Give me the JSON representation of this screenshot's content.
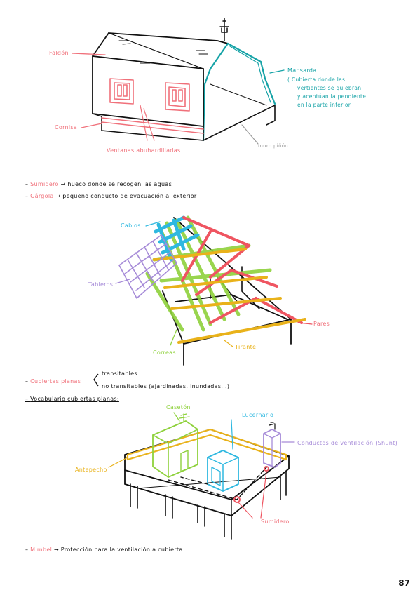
{
  "house": {
    "faldon": "Faldón",
    "cornisa": "Cornisa",
    "ventanas": "Ventanas abuhardilladas",
    "muro": "muro piñón",
    "mansarda_title": "Mansarda",
    "mansarda_desc": [
      "( Cubierta donde las",
      "vertientes se quiebran",
      "y acentúan la pendiente",
      "en la parte inferior"
    ]
  },
  "notes": {
    "sumidero_term": "Sumidero",
    "sumidero_def": "→ hueco donde se recogen las aguas",
    "gargola_term": "Gárgola",
    "gargola_def": "→ pequeño conducto de evacuación al exterior"
  },
  "roof": {
    "cabios": "Cabios",
    "tableros": "Tableros",
    "pares": "Pares",
    "correas": "Correas",
    "tirante": "Tirante"
  },
  "flat": {
    "term": "Cubiertas planas",
    "opt1": "transitables",
    "opt2": "no transitables (ajardinadas, inundadas...)",
    "vocab": "Vocabulario cubiertas planas:"
  },
  "building": {
    "caseton": "Casetón",
    "lucernario": "Lucernario",
    "conductos": "Conductos de ventilación (Shunt)",
    "antepecho": "Antepecho",
    "sumidero": "Sumidero"
  },
  "footer": {
    "term": "Mimbel",
    "def": "→ Protección para la ventilación a cubierta"
  },
  "page_number": "87"
}
